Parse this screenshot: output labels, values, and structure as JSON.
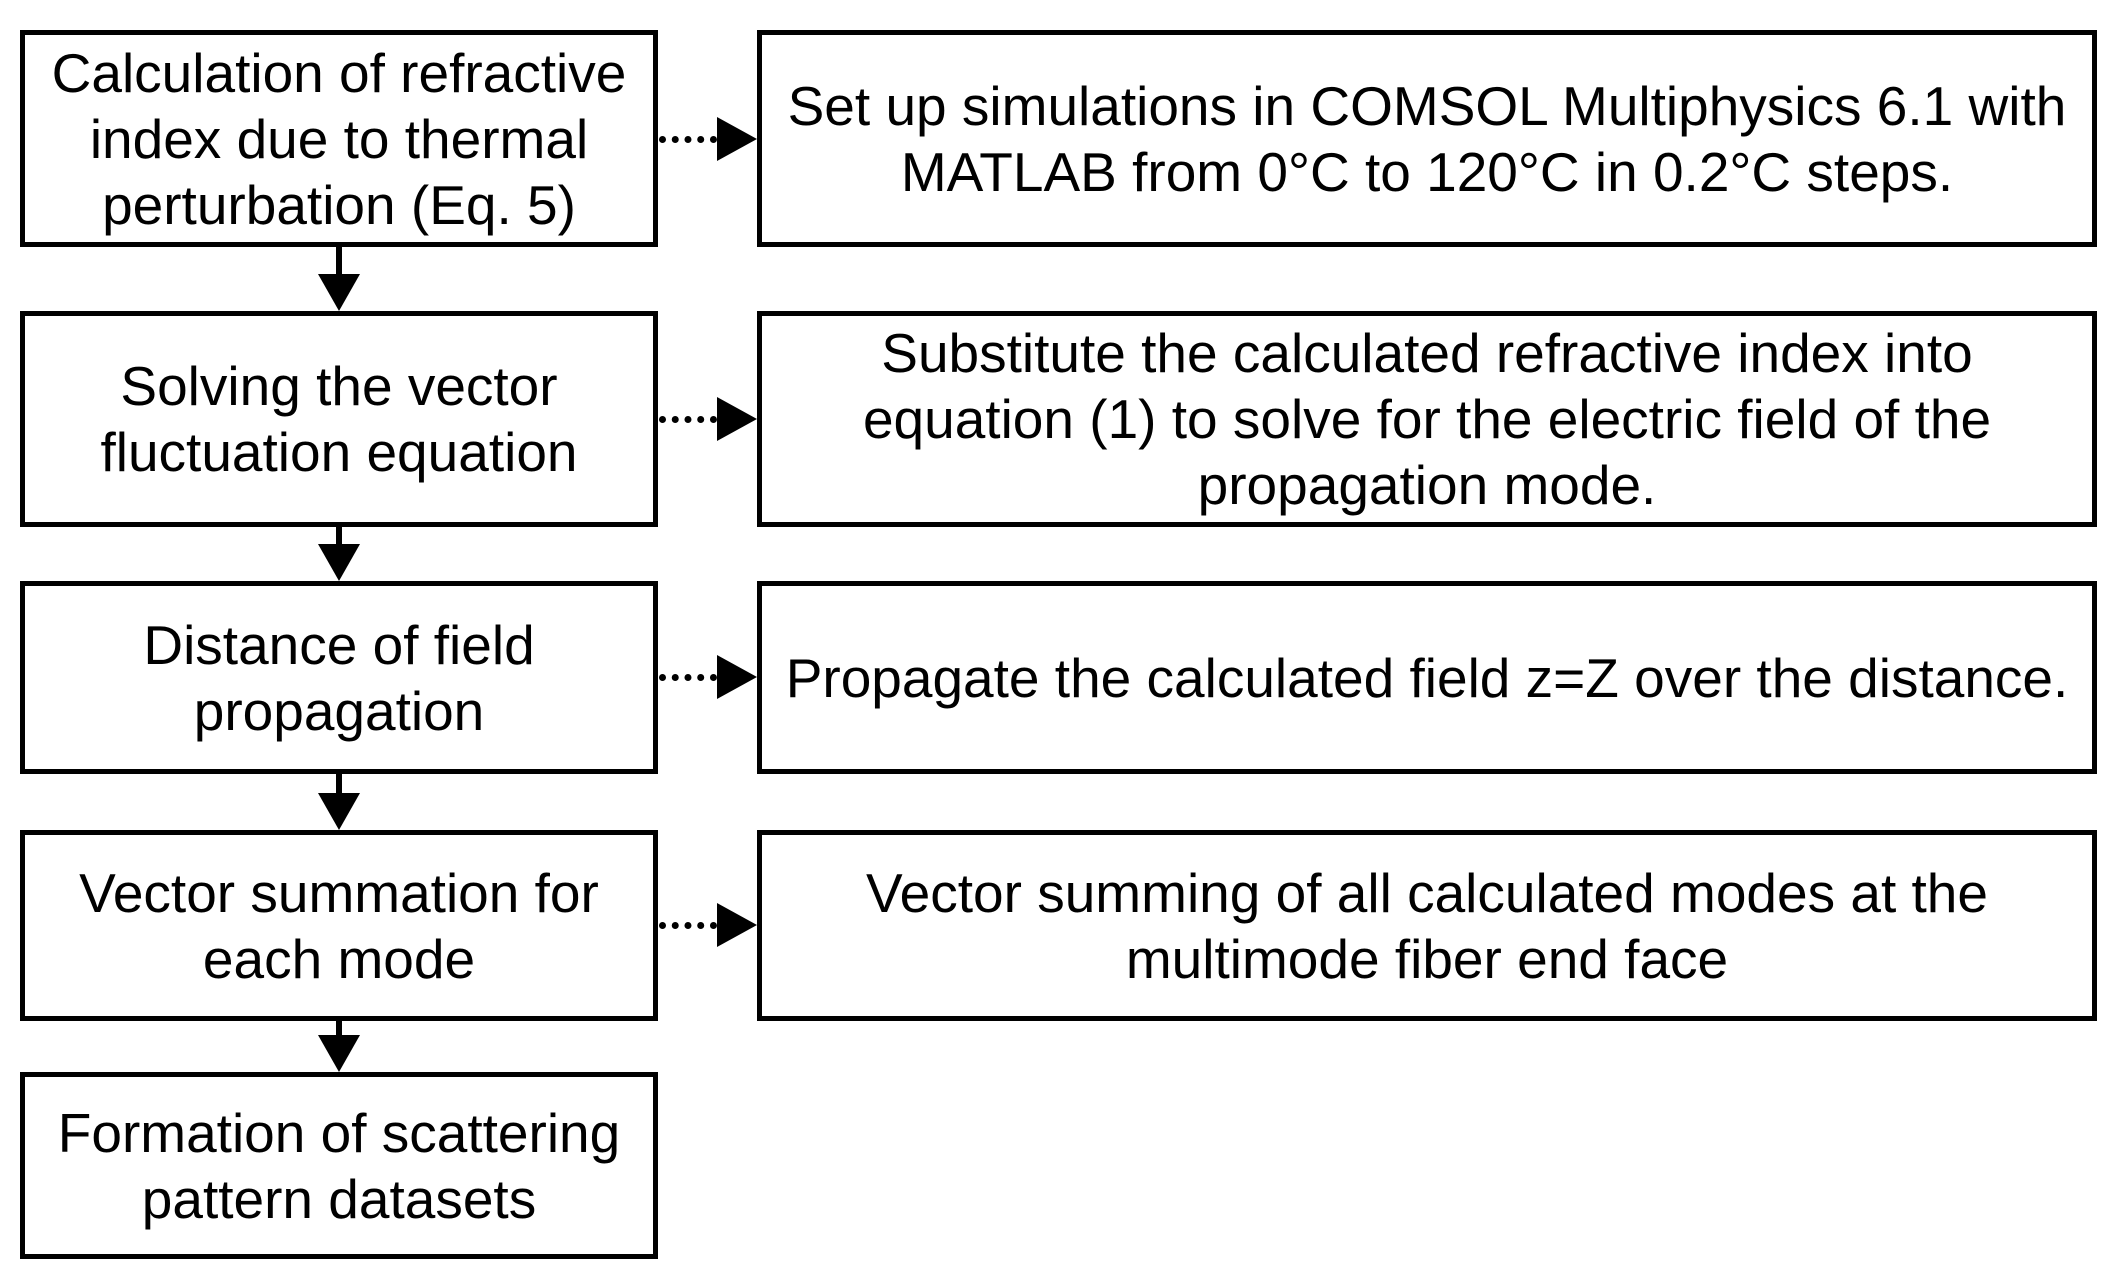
{
  "diagram": {
    "type": "flowchart",
    "background_color": "#ffffff",
    "box_border_color": "#000000",
    "text_color": "#000000",
    "steps": [
      {
        "label": "Calculation of refractive index due to thermal perturbation (Eq. 5)",
        "detail": "Set up simulations in COMSOL Multiphysics 6.1 with MATLAB from 0°C to 120°C in 0.2°C steps."
      },
      {
        "label": "Solving the vector fluctuation equation",
        "detail": "Substitute the calculated refractive index into equation (1) to solve for the electric field of the propagation mode."
      },
      {
        "label": "Distance of field propagation",
        "detail": "Propagate the calculated field z=Z over the distance."
      },
      {
        "label": "Vector summation for each mode",
        "detail": "Vector summing of all calculated modes at the multimode fiber end face"
      },
      {
        "label": "Formation of scattering pattern datasets",
        "detail": ""
      }
    ]
  }
}
